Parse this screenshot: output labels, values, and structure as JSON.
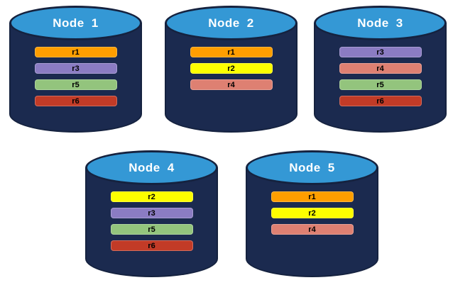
{
  "page": {
    "background": "#FFFFFF"
  },
  "palette": {
    "node_body": "#1B2A4F",
    "node_top": "#3498D5",
    "node_outline": "#15223F",
    "title_text": "#FFFFFF",
    "bar_text": "#000000",
    "replica_colors": {
      "r1": "#FF9E00",
      "r2": "#FDFF00",
      "r3": "#8B7CC3",
      "r4": "#DE8072",
      "r5": "#93C47D",
      "r6": "#C23B27"
    }
  },
  "nodes": [
    {
      "title": "Node",
      "number": "1",
      "replicas": [
        {
          "label": "r1",
          "color": "#FF9E00"
        },
        {
          "label": "r3",
          "color": "#8B7CC3"
        },
        {
          "label": "r5",
          "color": "#93C47D"
        },
        {
          "label": "r6",
          "color": "#C23B27"
        }
      ]
    },
    {
      "title": "Node",
      "number": "2",
      "replicas": [
        {
          "label": "r1",
          "color": "#FF9E00"
        },
        {
          "label": "r2",
          "color": "#FDFF00"
        },
        {
          "label": "r4",
          "color": "#DE8072"
        }
      ]
    },
    {
      "title": "Node",
      "number": "3",
      "replicas": [
        {
          "label": "r3",
          "color": "#8B7CC3"
        },
        {
          "label": "r4",
          "color": "#DE8072"
        },
        {
          "label": "r5",
          "color": "#93C47D"
        },
        {
          "label": "r6",
          "color": "#C23B27"
        }
      ]
    },
    {
      "title": "Node",
      "number": "4",
      "replicas": [
        {
          "label": "r2",
          "color": "#FDFF00"
        },
        {
          "label": "r3",
          "color": "#8B7CC3"
        },
        {
          "label": "r5",
          "color": "#93C47D"
        },
        {
          "label": "r6",
          "color": "#C23B27"
        }
      ]
    },
    {
      "title": "Node",
      "number": "5",
      "replicas": [
        {
          "label": "r1",
          "color": "#FF9E00"
        },
        {
          "label": "r2",
          "color": "#FDFF00"
        },
        {
          "label": "r4",
          "color": "#DE8072"
        }
      ]
    }
  ]
}
